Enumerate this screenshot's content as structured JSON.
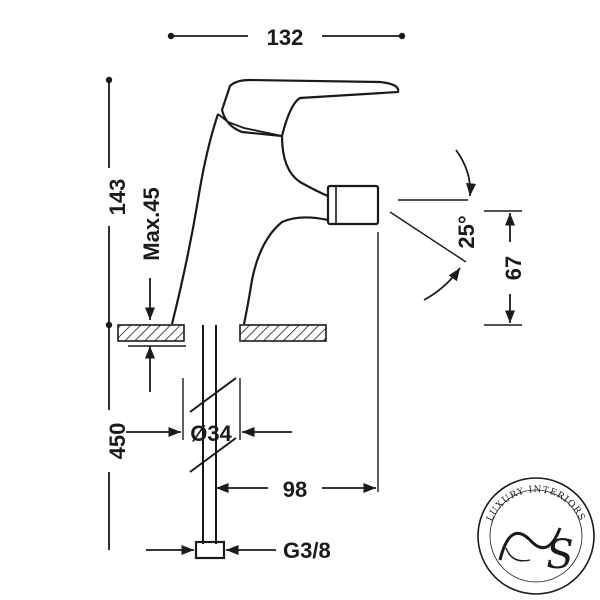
{
  "dimensions": {
    "width_top": "132",
    "height_body": "143",
    "max_deck": "Max.45",
    "angle": "25°",
    "outlet_height": "67",
    "pipe_length": "450",
    "pipe_diameter": "Ø34",
    "projection": "98",
    "thread": "G3/8"
  },
  "logo": {
    "text": "LUXURY INTERIORS",
    "monogram": "S"
  },
  "colors": {
    "ink": "#1a1a1a",
    "background": "#ffffff"
  }
}
